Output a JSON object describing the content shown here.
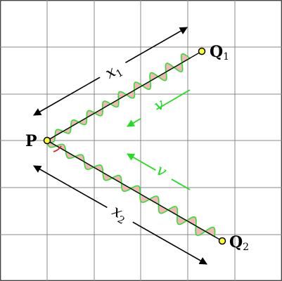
{
  "diagram": {
    "points": {
      "P": "P",
      "Q1": "Q",
      "Q1_sub": "1",
      "Q2": "Q",
      "Q2_sub": "2"
    },
    "distances": {
      "x1": "x",
      "x1_sub": "1",
      "x2": "x",
      "x2_sub": "2"
    },
    "velocity_upper": "v",
    "velocity_lower": "v",
    "colors": {
      "grid": "#888888",
      "wave_stroke": "#33dd33",
      "wave_fill": "#f4b6b6",
      "velocity": "#22dd22",
      "point_fill": "#ffff33",
      "angle_mark": "#dd2222"
    }
  }
}
